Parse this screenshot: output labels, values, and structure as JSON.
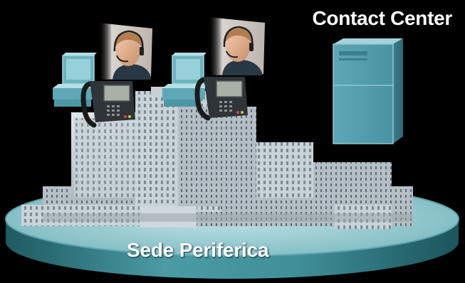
{
  "diagram": {
    "contact_center": {
      "label": "Contact Center",
      "icon": "server-tower-icon"
    },
    "site": {
      "label": "Sede Periferica",
      "icon": "office-building-image"
    },
    "agent_stations": [
      {
        "agent_icon": "agent-with-headset-photo",
        "workstation_icon": "desktop-computer-icon",
        "phone_icon": "ip-phone-icon"
      },
      {
        "agent_icon": "agent-with-headset-photo",
        "workstation_icon": "desktop-computer-icon",
        "phone_icon": "ip-phone-icon"
      }
    ],
    "colors": {
      "background": "#000000",
      "platform": "#3f8f98",
      "platform_rim": "#a9d6da",
      "server": "#6fb4c2",
      "label_text": "#ffffff"
    }
  }
}
